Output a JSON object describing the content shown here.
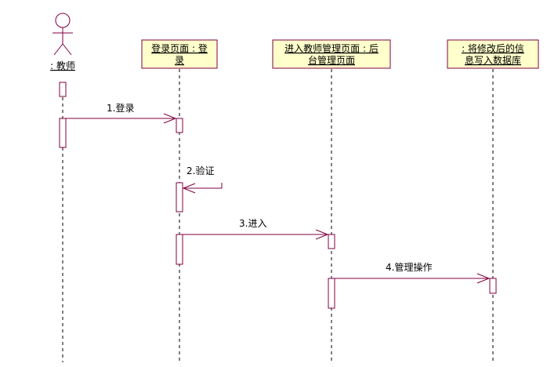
{
  "diagram": {
    "colors": {
      "line": "#800040",
      "box_fill": "#ffffcc",
      "box_stroke": "#800040",
      "lifeline": "#000000",
      "text": "#000000"
    },
    "actor": {
      "label": ": 教师"
    },
    "objects": [
      {
        "line1": "登录页面 : 登",
        "line2": "录"
      },
      {
        "line1": "进入教师管理页面 : 后",
        "line2": "台管理页面"
      },
      {
        "line1": ": 将修改后的信",
        "line2": "息写入数据库"
      }
    ],
    "messages": [
      {
        "label": "1.登录"
      },
      {
        "label": "2.验证"
      },
      {
        "label": "3.进入"
      },
      {
        "label": "4.管理操作"
      }
    ]
  }
}
